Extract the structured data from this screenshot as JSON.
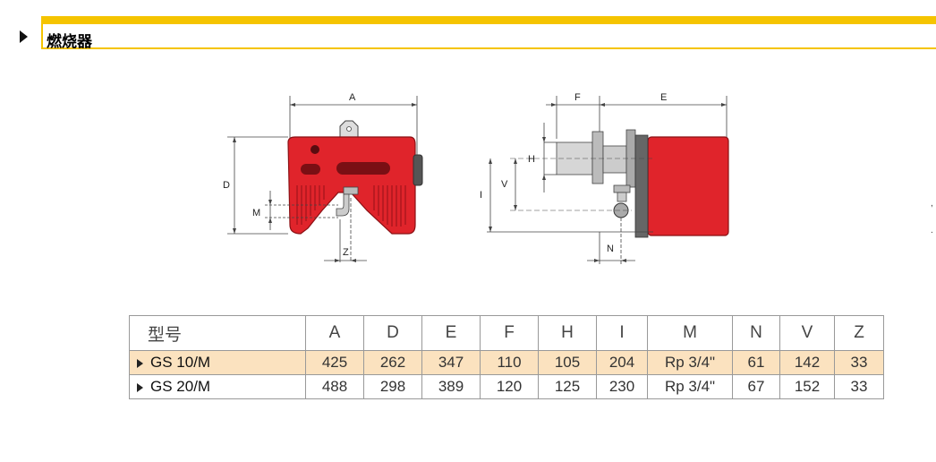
{
  "section": {
    "title": "燃烧器"
  },
  "figure_left": {
    "labels": {
      "A": "A",
      "D": "D",
      "M": "M",
      "Z": "Z"
    }
  },
  "figure_right": {
    "labels": {
      "F": "F",
      "E": "E",
      "H": "H",
      "I": "I",
      "V": "V",
      "N": "N"
    }
  },
  "edge_marks": [
    ",",
    "."
  ],
  "table": {
    "headers": [
      "型号",
      "A",
      "D",
      "E",
      "F",
      "H",
      "I",
      "M",
      "N",
      "V",
      "Z"
    ],
    "rows": [
      {
        "model": "GS 10/M",
        "values": [
          "425",
          "262",
          "347",
          "110",
          "105",
          "204",
          "Rp 3/4\"",
          "61",
          "142",
          "33"
        ]
      },
      {
        "model": "GS 20/M",
        "values": [
          "488",
          "298",
          "389",
          "120",
          "125",
          "230",
          "Rp 3/4\"",
          "67",
          "152",
          "33"
        ]
      }
    ]
  },
  "colors": {
    "accent": "#f5c400",
    "burner_red": "#e0242b",
    "highlight_row": "#fbe2bf"
  }
}
